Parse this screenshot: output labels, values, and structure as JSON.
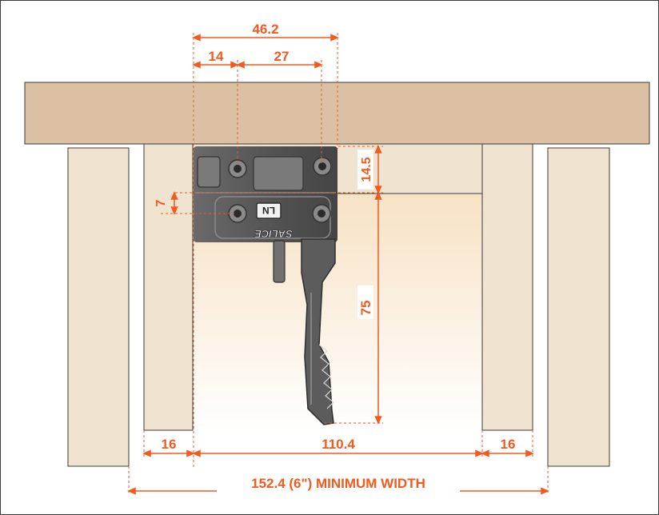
{
  "dimensions": {
    "overall_top": "46.2",
    "left_offset": "14",
    "hole_spacing": "27",
    "plate_height": "14.5",
    "slot_offset": "7",
    "arm_length": "75",
    "left_panel": "16",
    "inner_width": "110.4",
    "right_panel": "16",
    "minimum_width": "152.4 (6\") MINIMUM WIDTH"
  },
  "hardware": {
    "brand": "SALICE",
    "side_mark": "LN"
  },
  "colors": {
    "dimension": "#f25a1e",
    "countertop": "#dcc0a3",
    "panel": "#f0e4d1",
    "hardware_metal": "#555555",
    "outline": "#3a3a3a"
  }
}
